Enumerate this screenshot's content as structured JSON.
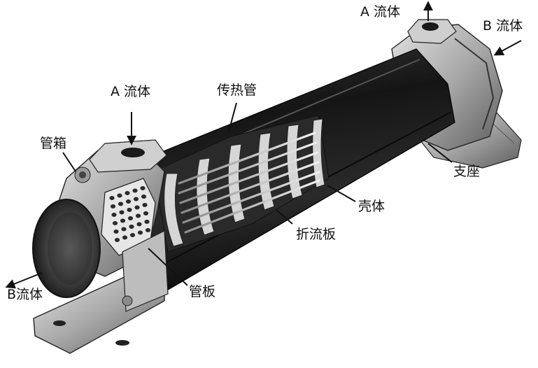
{
  "labels": {
    "fluid_a_top": "A 流体",
    "fluid_b_top": "B 流体",
    "fluid_a_left": "A 流体",
    "heat_tube": "传热管",
    "channel_box": "管箱",
    "support": "支座",
    "shell": "壳体",
    "baffle": "折流板",
    "tube_sheet": "管板",
    "fluid_b_bottom": "B流体"
  },
  "colors": {
    "ink": "#111111",
    "shell_dark": "#1e1e1e",
    "metal_light": "#bdbdbd",
    "metal_mid": "#7a7a7a",
    "background": "#ffffff"
  }
}
